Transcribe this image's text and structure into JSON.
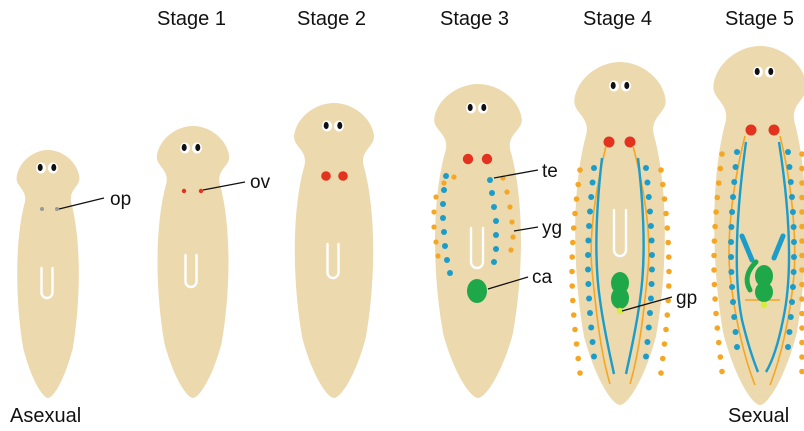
{
  "stage_titles": [
    "Stage 1",
    "Stage 2",
    "Stage 3",
    "Stage 4",
    "Stage 5"
  ],
  "end_labels": {
    "left": "Asexual",
    "right": "Sexual"
  },
  "callouts": {
    "op": "op",
    "ov": "ov",
    "te": "te",
    "yg": "yg",
    "ca": "ca",
    "gp": "gp"
  },
  "colors": {
    "body": "#ecd9ad",
    "ovary": "#e3321e",
    "testes": "#1b9cc9",
    "yolk_glands": "#f5a623",
    "copulatory": "#1ea84a",
    "gonopore": "#d4ee3c",
    "eye_spot": "#111111",
    "optic": "#999999"
  }
}
